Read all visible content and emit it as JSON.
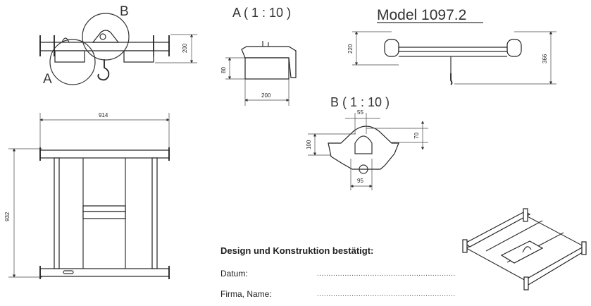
{
  "title": "Model 1097.2",
  "views": {
    "side": {
      "label_a": "A",
      "label_b": "B",
      "dim_height": "200"
    },
    "detail_a": {
      "title": "A ( 1 : 10 )",
      "dim_height": "80",
      "dim_width": "200"
    },
    "front": {
      "dim_left": "220",
      "dim_right": "366"
    },
    "detail_b": {
      "title": "B ( 1 : 10 )",
      "dim_top": "55",
      "dim_left": "100",
      "dim_right": "70",
      "dim_bottom": "95"
    },
    "plan": {
      "dim_width": "914",
      "dim_height": "932"
    }
  },
  "form": {
    "heading": "Design und Konstruktion bestätigt:",
    "date_label": "Datum:",
    "name_label": "Firma, Name:",
    "fill_line": "............................................................"
  }
}
